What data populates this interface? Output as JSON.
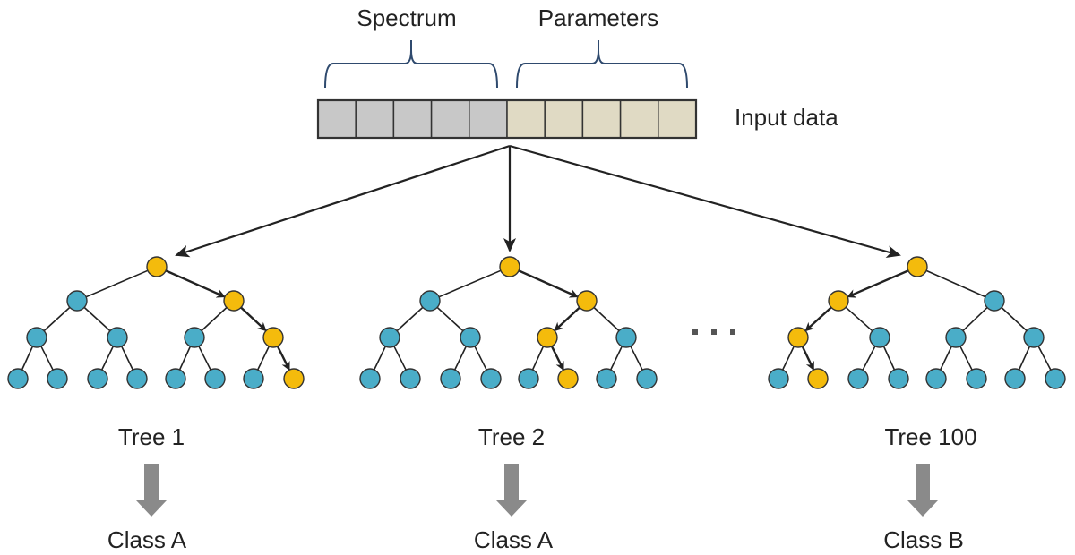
{
  "diagram": {
    "title": "Random forest classification diagram",
    "input": {
      "label": "Input data",
      "groups": [
        {
          "label": "Spectrum",
          "cells": 5,
          "color": "#c8c8c8"
        },
        {
          "label": "Parameters",
          "cells": 5,
          "color": "#e0dac4"
        }
      ]
    },
    "colors": {
      "node_default": "#4aadc8",
      "node_path": "#f4bb0c",
      "node_stroke": "#333333",
      "edge": "#222222",
      "bracket": "#2f4a6e",
      "class_arrow": "#8a8a8a",
      "text": "#222222"
    },
    "ellipsis": "...",
    "trees": [
      {
        "label": "Tree 1",
        "path": [
          "R",
          "R",
          "R"
        ],
        "result": "Class A"
      },
      {
        "label": "Tree 2",
        "path": [
          "R",
          "L",
          "R"
        ],
        "result": "Class A"
      },
      {
        "label": "Tree 100",
        "path": [
          "L",
          "L",
          "R"
        ],
        "result": "Class B"
      }
    ]
  }
}
